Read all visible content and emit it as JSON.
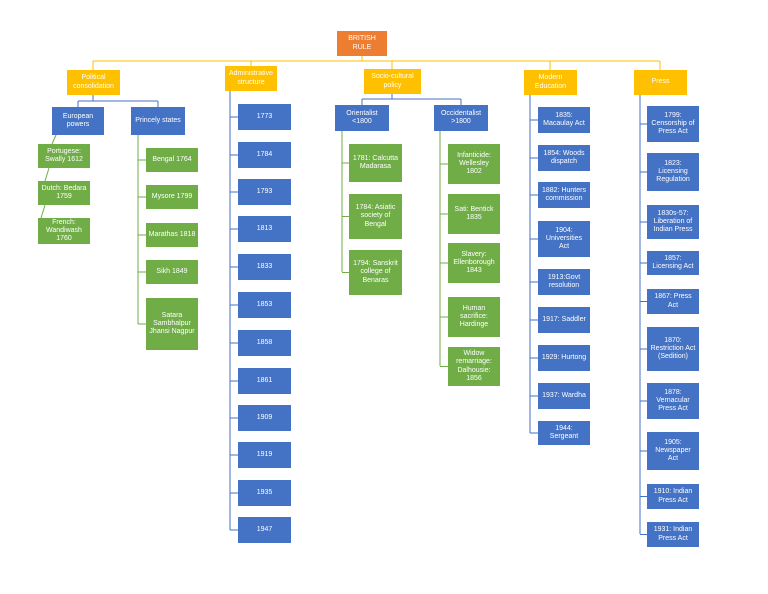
{
  "root": "BRITISH\nRULE",
  "categories": {
    "political": "Political\nconsolidation",
    "administrative": "Administrative\nstructure",
    "sociocultural": "Socio-cultural\npolicy",
    "education": "Modern\nEducation",
    "press": "Press"
  },
  "political": {
    "european": "European\npowers",
    "princely": "Princely states",
    "european_items": [
      "Portugese:\nSwally 1612",
      "Dutch: Bedara\n1759",
      "French:\nWandiwash\n1760"
    ],
    "princely_items": [
      "Bengal 1764",
      "Mysore 1799",
      "Marathas 1818",
      "Sikh 1849",
      "Satara\nSambhalpur\nJhansi Nagpur"
    ]
  },
  "administrative_items": [
    "1773",
    "1784",
    "1793",
    "1813",
    "1833",
    "1853",
    "1858",
    "1861",
    "1909",
    "1919",
    "1935",
    "1947"
  ],
  "sociocultural": {
    "orientalist": "Orientalist\n<1800",
    "occidentalist": "Occidentalist\n>1800",
    "orientalist_items": [
      "1781: Calcutta\nMadarasa",
      "1784: Asiatic\nsociety of\nBengal",
      "1794: Sanskrit\ncollege of\nBenaras"
    ],
    "occidentalist_items": [
      "Infanticide:\nWellesley\n1802",
      "Sati: Bentick\n1835",
      "Slavery:\nEllenborough\n1843",
      "Human\nsacrifice:\nHardinge",
      "Widow\nremarriage:\nDalhousie:\n1856"
    ]
  },
  "education_items": [
    "1835:\nMacaulay Act",
    "1854: Woods\ndispatch",
    "1882: Hunters\ncommission",
    "1904:\nUniversities\nAct",
    "1913:Govt\nresolution",
    "1917: Saddler",
    "1929: Hurtong",
    "1937: Wardha",
    "1944:\nSergeant"
  ],
  "press_items": [
    "1799:\nCensorship of\nPress Act",
    "1823:\nLicensing\nRegulation",
    "1830s-57:\nLiberation of\nIndian Press",
    "1857:\nLicensing Act",
    "1867: Press\nAct",
    "1870:\nRestriction Act\n(Sedition)",
    "1878:\nVernacular\nPress Act",
    "1905:\nNewspaper\nAct",
    "1910: Indian\nPress Act",
    "1931: Indian\nPress Act"
  ],
  "colors": {
    "root": "#ed7d31",
    "category": "#ffc000",
    "blue": "#4472c4",
    "green": "#70ad47"
  }
}
